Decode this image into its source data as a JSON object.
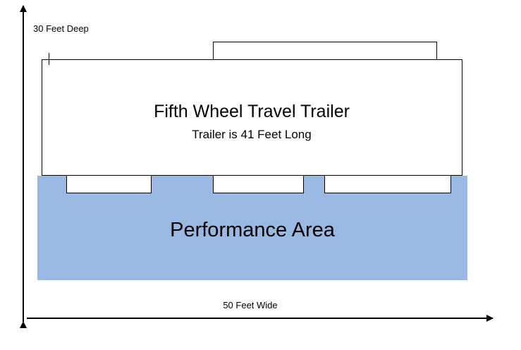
{
  "diagram": {
    "depth_label": "30 Feet Deep",
    "width_label": "50 Feet Wide",
    "trailer_title": "Fifth Wheel Travel Trailer",
    "trailer_subtitle": "Trailer is 41 Feet Long",
    "area_label": "Performance Area"
  },
  "colors": {
    "performance_area_fill": "#9ab9e2",
    "outline": "#000000",
    "background": "#ffffff"
  }
}
